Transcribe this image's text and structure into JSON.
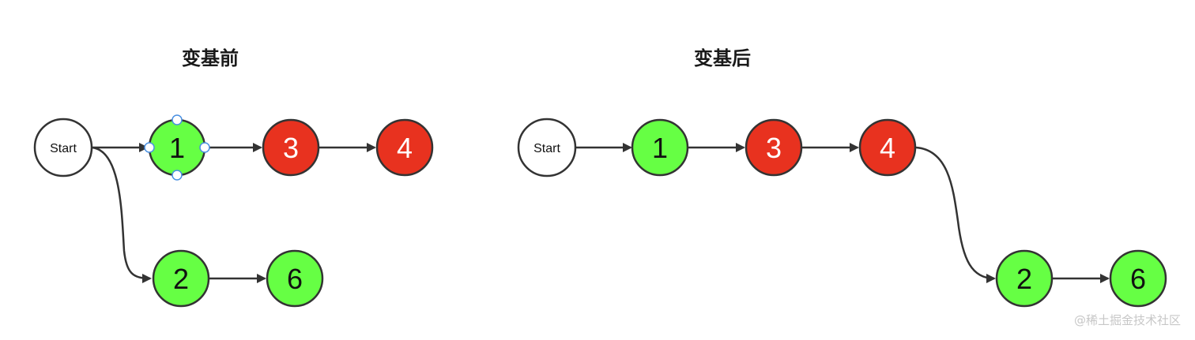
{
  "titles": {
    "before": "变基前",
    "after": "变基后"
  },
  "colors": {
    "green_commit": "#66ff44",
    "red_commit": "#e8321f",
    "start_fill": "#ffffff",
    "stroke": "#333333",
    "selection_handle": "#4a90e2"
  },
  "before": {
    "start_label": "Start",
    "commits": [
      "1",
      "3",
      "4",
      "2",
      "6"
    ],
    "selected_commit": "1"
  },
  "after": {
    "start_label": "Start",
    "commits": [
      "1",
      "3",
      "4",
      "2",
      "6"
    ]
  },
  "watermark": "@稀土掘金技术社区"
}
